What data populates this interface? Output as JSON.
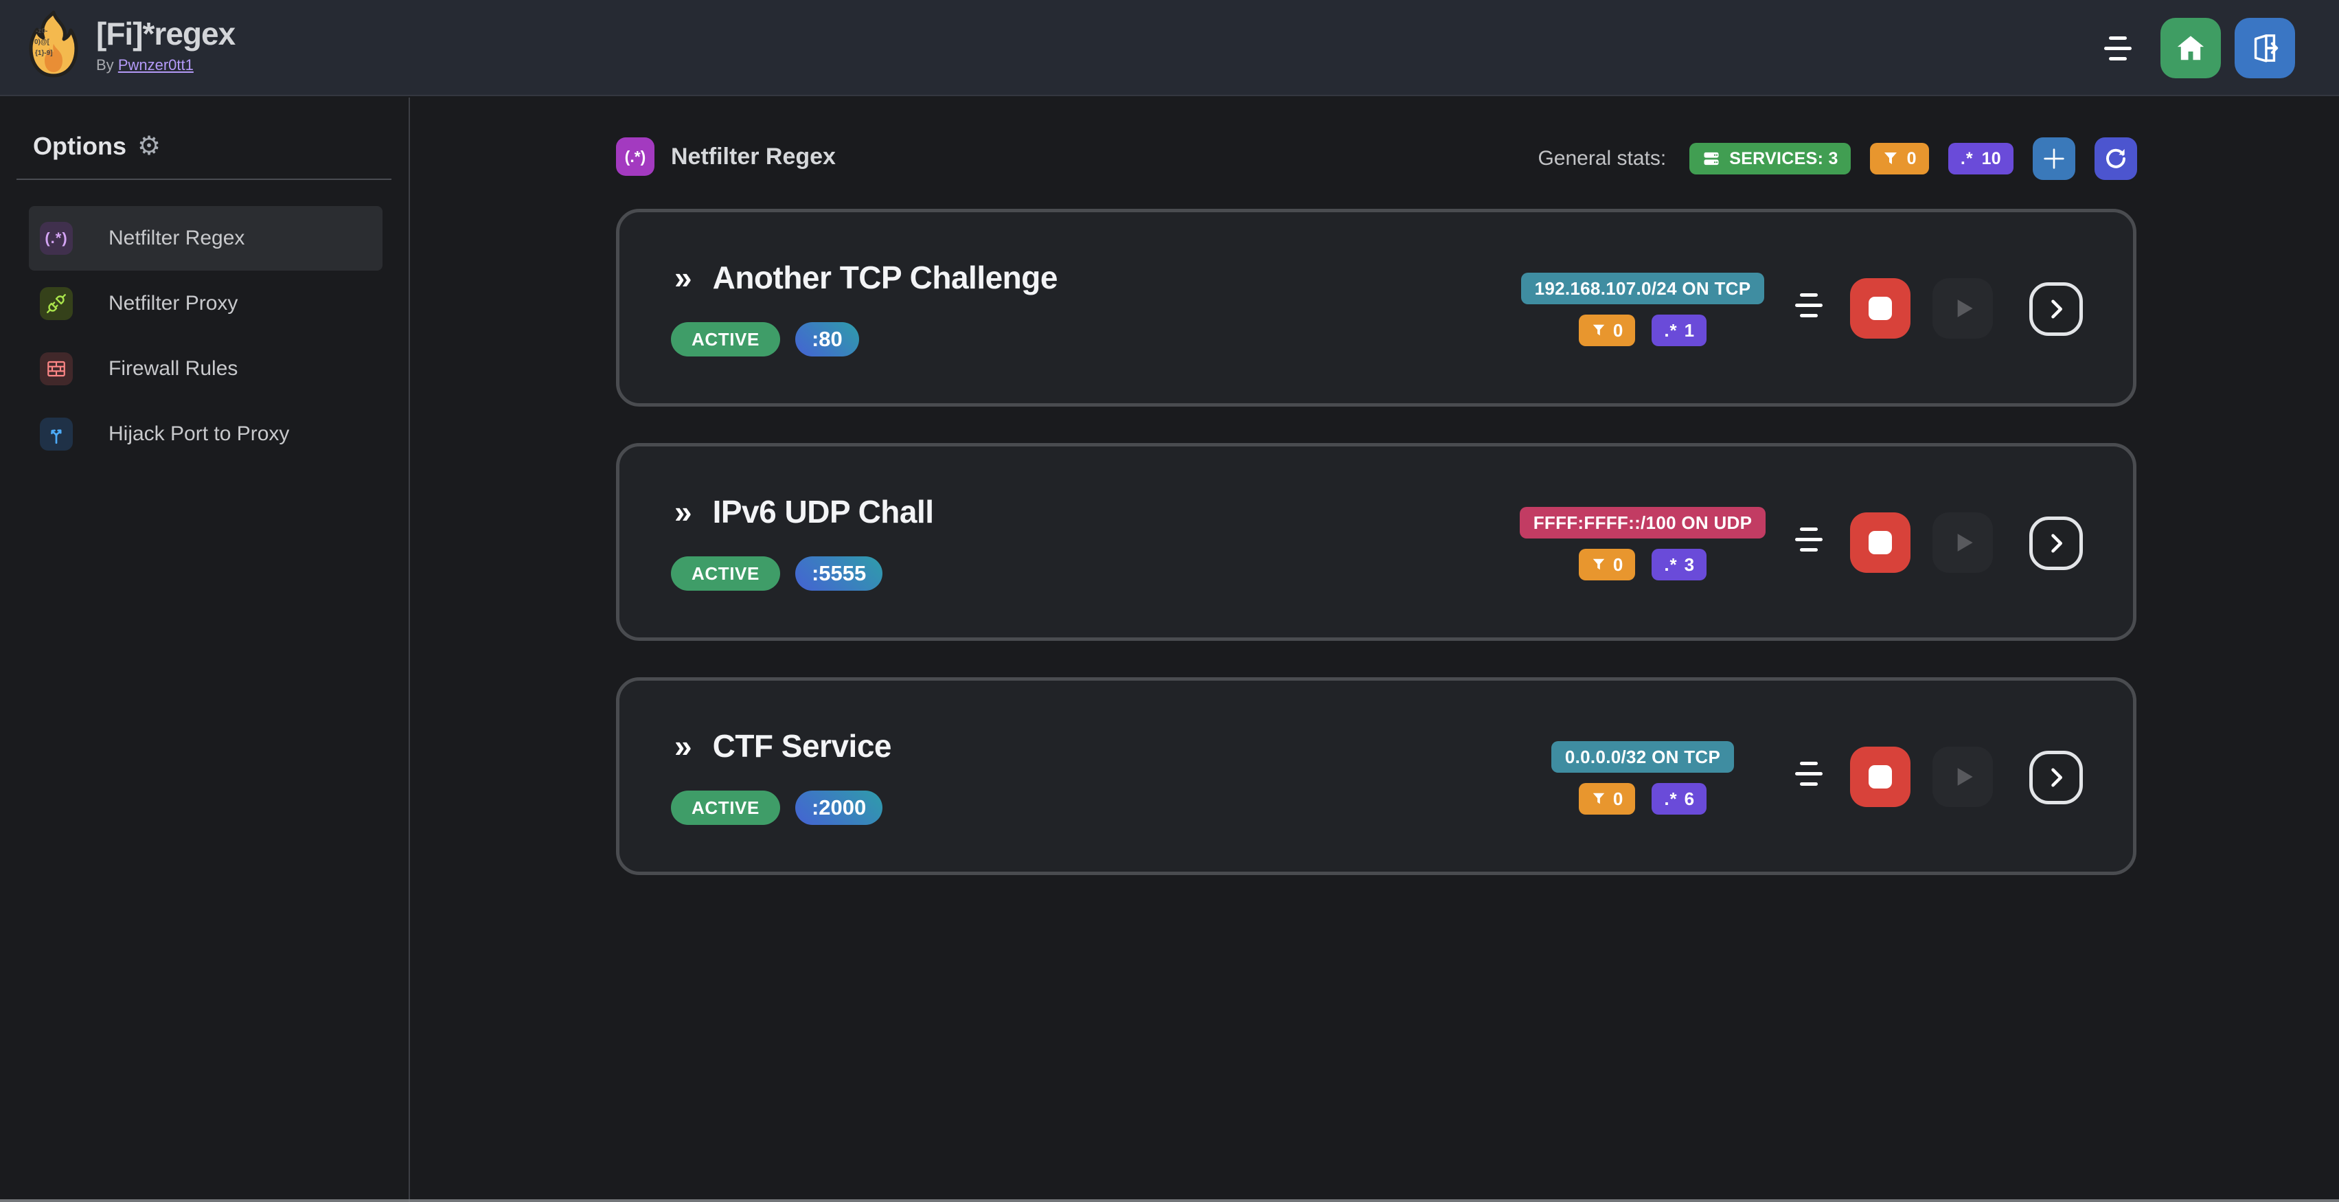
{
  "glyphs": {
    "double_chevron": "»",
    "regex": ".*",
    "section_icon": "(.*)",
    "gear": "⚙",
    "sidebar_regex_icon": "(.*)"
  },
  "colors": {
    "green_badge": "#419e52",
    "active_badge": "#3f9d68",
    "orange_badge": "#e8962e",
    "violet_badge": "#6a4bd9",
    "teal_subnet": "#3f8da1",
    "pink_subnet": "#c23c63",
    "stop_red": "#d8423a",
    "home_green": "#3f9d63",
    "logout_blue": "#3a76c4",
    "add_blue": "#3a79ba",
    "refresh_indigo": "#4c55cf",
    "section_purple": "#a33ac0"
  },
  "navbar": {
    "title": "[Fi]*regex",
    "byline": "By",
    "author": "Pwnzer0tt1"
  },
  "sidebar": {
    "heading": "Options",
    "items": [
      {
        "label": "Netfilter Regex",
        "icon": "regex-icon",
        "active": true
      },
      {
        "label": "Netfilter Proxy",
        "icon": "plug-icon",
        "active": false
      },
      {
        "label": "Firewall Rules",
        "icon": "brick-wall-icon",
        "active": false
      },
      {
        "label": "Hijack Port to Proxy",
        "icon": "split-arrows-icon",
        "active": false
      }
    ]
  },
  "main": {
    "section_title": "Netfilter Regex",
    "stats_label": "General stats:",
    "stats": {
      "services_label": "SERVICES: 3",
      "filters": "0",
      "regexes": "10"
    },
    "services": [
      {
        "title": "Another TCP Challenge",
        "status": "ACTIVE",
        "port": ":80",
        "subnet": "192.168.107.0/24 ON TCP",
        "subnet_color": "#3f8da1",
        "filters": "0",
        "regexes": "1"
      },
      {
        "title": "IPv6 UDP Chall",
        "status": "ACTIVE",
        "port": ":5555",
        "subnet": "FFFF:FFFF::/100 ON UDP",
        "subnet_color": "#c23c63",
        "filters": "0",
        "regexes": "3"
      },
      {
        "title": "CTF Service",
        "status": "ACTIVE",
        "port": ":2000",
        "subnet": "0.0.0.0/32 ON TCP",
        "subnet_color": "#3f8da1",
        "filters": "0",
        "regexes": "6"
      }
    ]
  }
}
